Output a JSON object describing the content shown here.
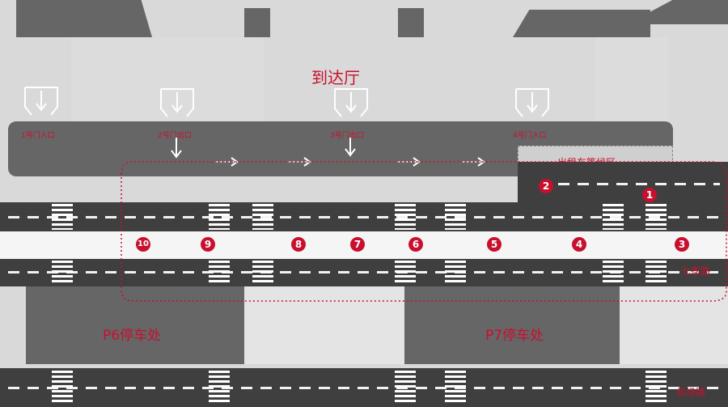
{
  "hall": {
    "title": "到达厅"
  },
  "gates": [
    {
      "label": "1号门入口"
    },
    {
      "label": "2号门出口"
    },
    {
      "label": "3号门出口"
    },
    {
      "label": "4号门入口"
    }
  ],
  "taxi_zone": {
    "label": "出租车等候区"
  },
  "stops": [
    "1",
    "2",
    "3",
    "4",
    "5",
    "6",
    "7",
    "8",
    "9",
    "10"
  ],
  "parking": [
    {
      "label": "P6停车处"
    },
    {
      "label": "P7停车处"
    }
  ],
  "roads": {
    "upper_road": "七孝路",
    "bottom_road": "机场路"
  },
  "colors": {
    "accent": "#c8102e",
    "building": "#666666",
    "road": "#3f3f3f",
    "background": "#d9d9d9"
  }
}
